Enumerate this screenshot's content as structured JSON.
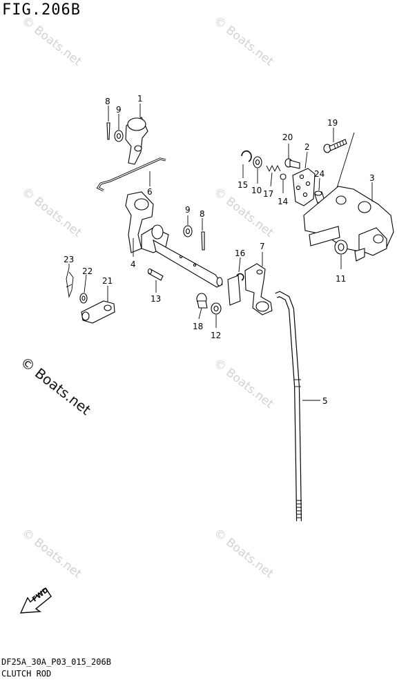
{
  "figure_title": "FIG.206B",
  "footer": {
    "code": "DF25A_30A_P03_015_206B",
    "name": "CLUTCH ROD"
  },
  "watermark": {
    "faint": "© Boats.net",
    "bold": "© Boats.net"
  },
  "fwd_label": "FWD",
  "callouts": {
    "c1": "1",
    "c2": "2",
    "c3": "3",
    "c4": "4",
    "c5": "5",
    "c6": "6",
    "c7": "7",
    "c8a": "8",
    "c8b": "8",
    "c9a": "9",
    "c9b": "9",
    "c10": "10",
    "c11": "11",
    "c12": "12",
    "c13": "13",
    "c14": "14",
    "c15": "15",
    "c16": "16",
    "c17": "17",
    "c18": "18",
    "c19": "19",
    "c20": "20",
    "c21": "21",
    "c22": "22",
    "c23": "23",
    "c24": "24"
  }
}
